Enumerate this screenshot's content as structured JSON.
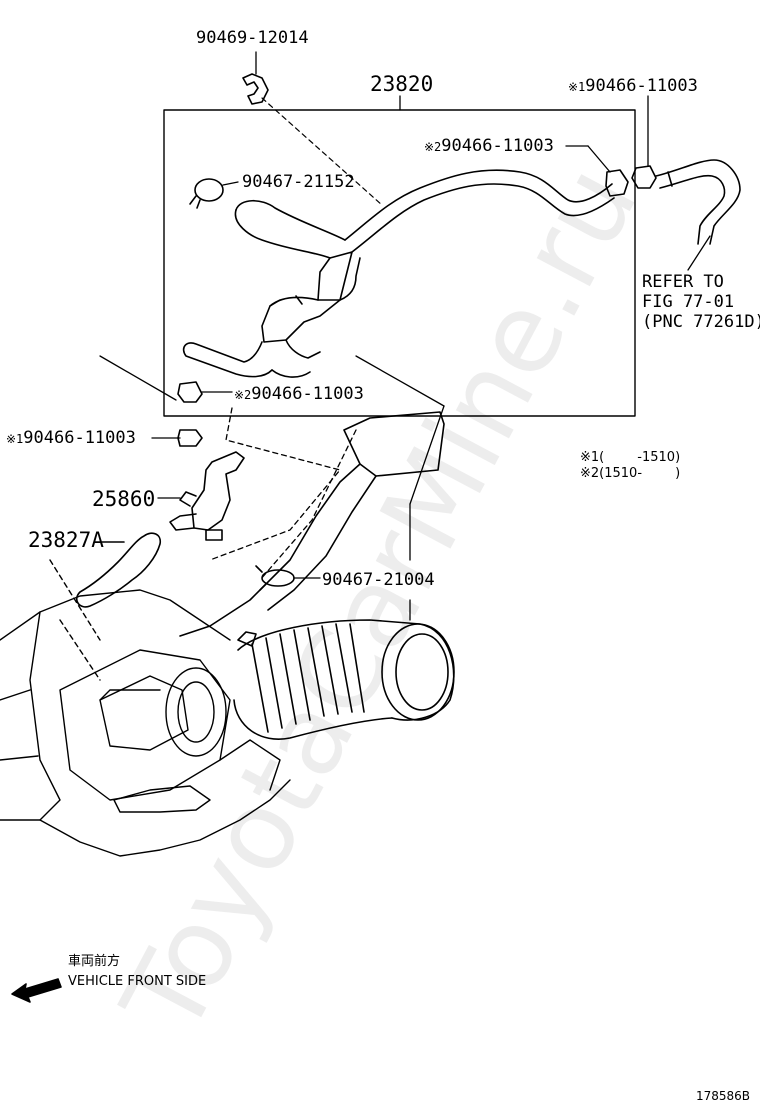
{
  "watermark": "ToyotaCarMine.ru",
  "marks": {
    "m1": "※1",
    "m2": "※2"
  },
  "labels": {
    "p90469_12014": "90469-12014",
    "p23820": "23820",
    "p90466_11003_top_right": "90466-11003",
    "p90466_11003_inner": "90466-11003",
    "p90467_21152": "90467-21152",
    "p90466_11003_box_bottom": "90466-11003",
    "p90466_11003_left": "90466-11003",
    "p25860": "25860",
    "p23827A": "23827A",
    "p90467_21004": "90467-21004"
  },
  "refer": [
    "REFER TO",
    "FIG 77-01",
    "(PNC 77261D)"
  ],
  "legend": {
    "row1_mark": "※1",
    "row1_text": "(        -1510)",
    "row2_mark": "※2",
    "row2_text": "(1510-        )"
  },
  "vehicle_front": {
    "jp": "車両前方",
    "en": "VEHICLE FRONT SIDE"
  },
  "figure_id": "178586B"
}
